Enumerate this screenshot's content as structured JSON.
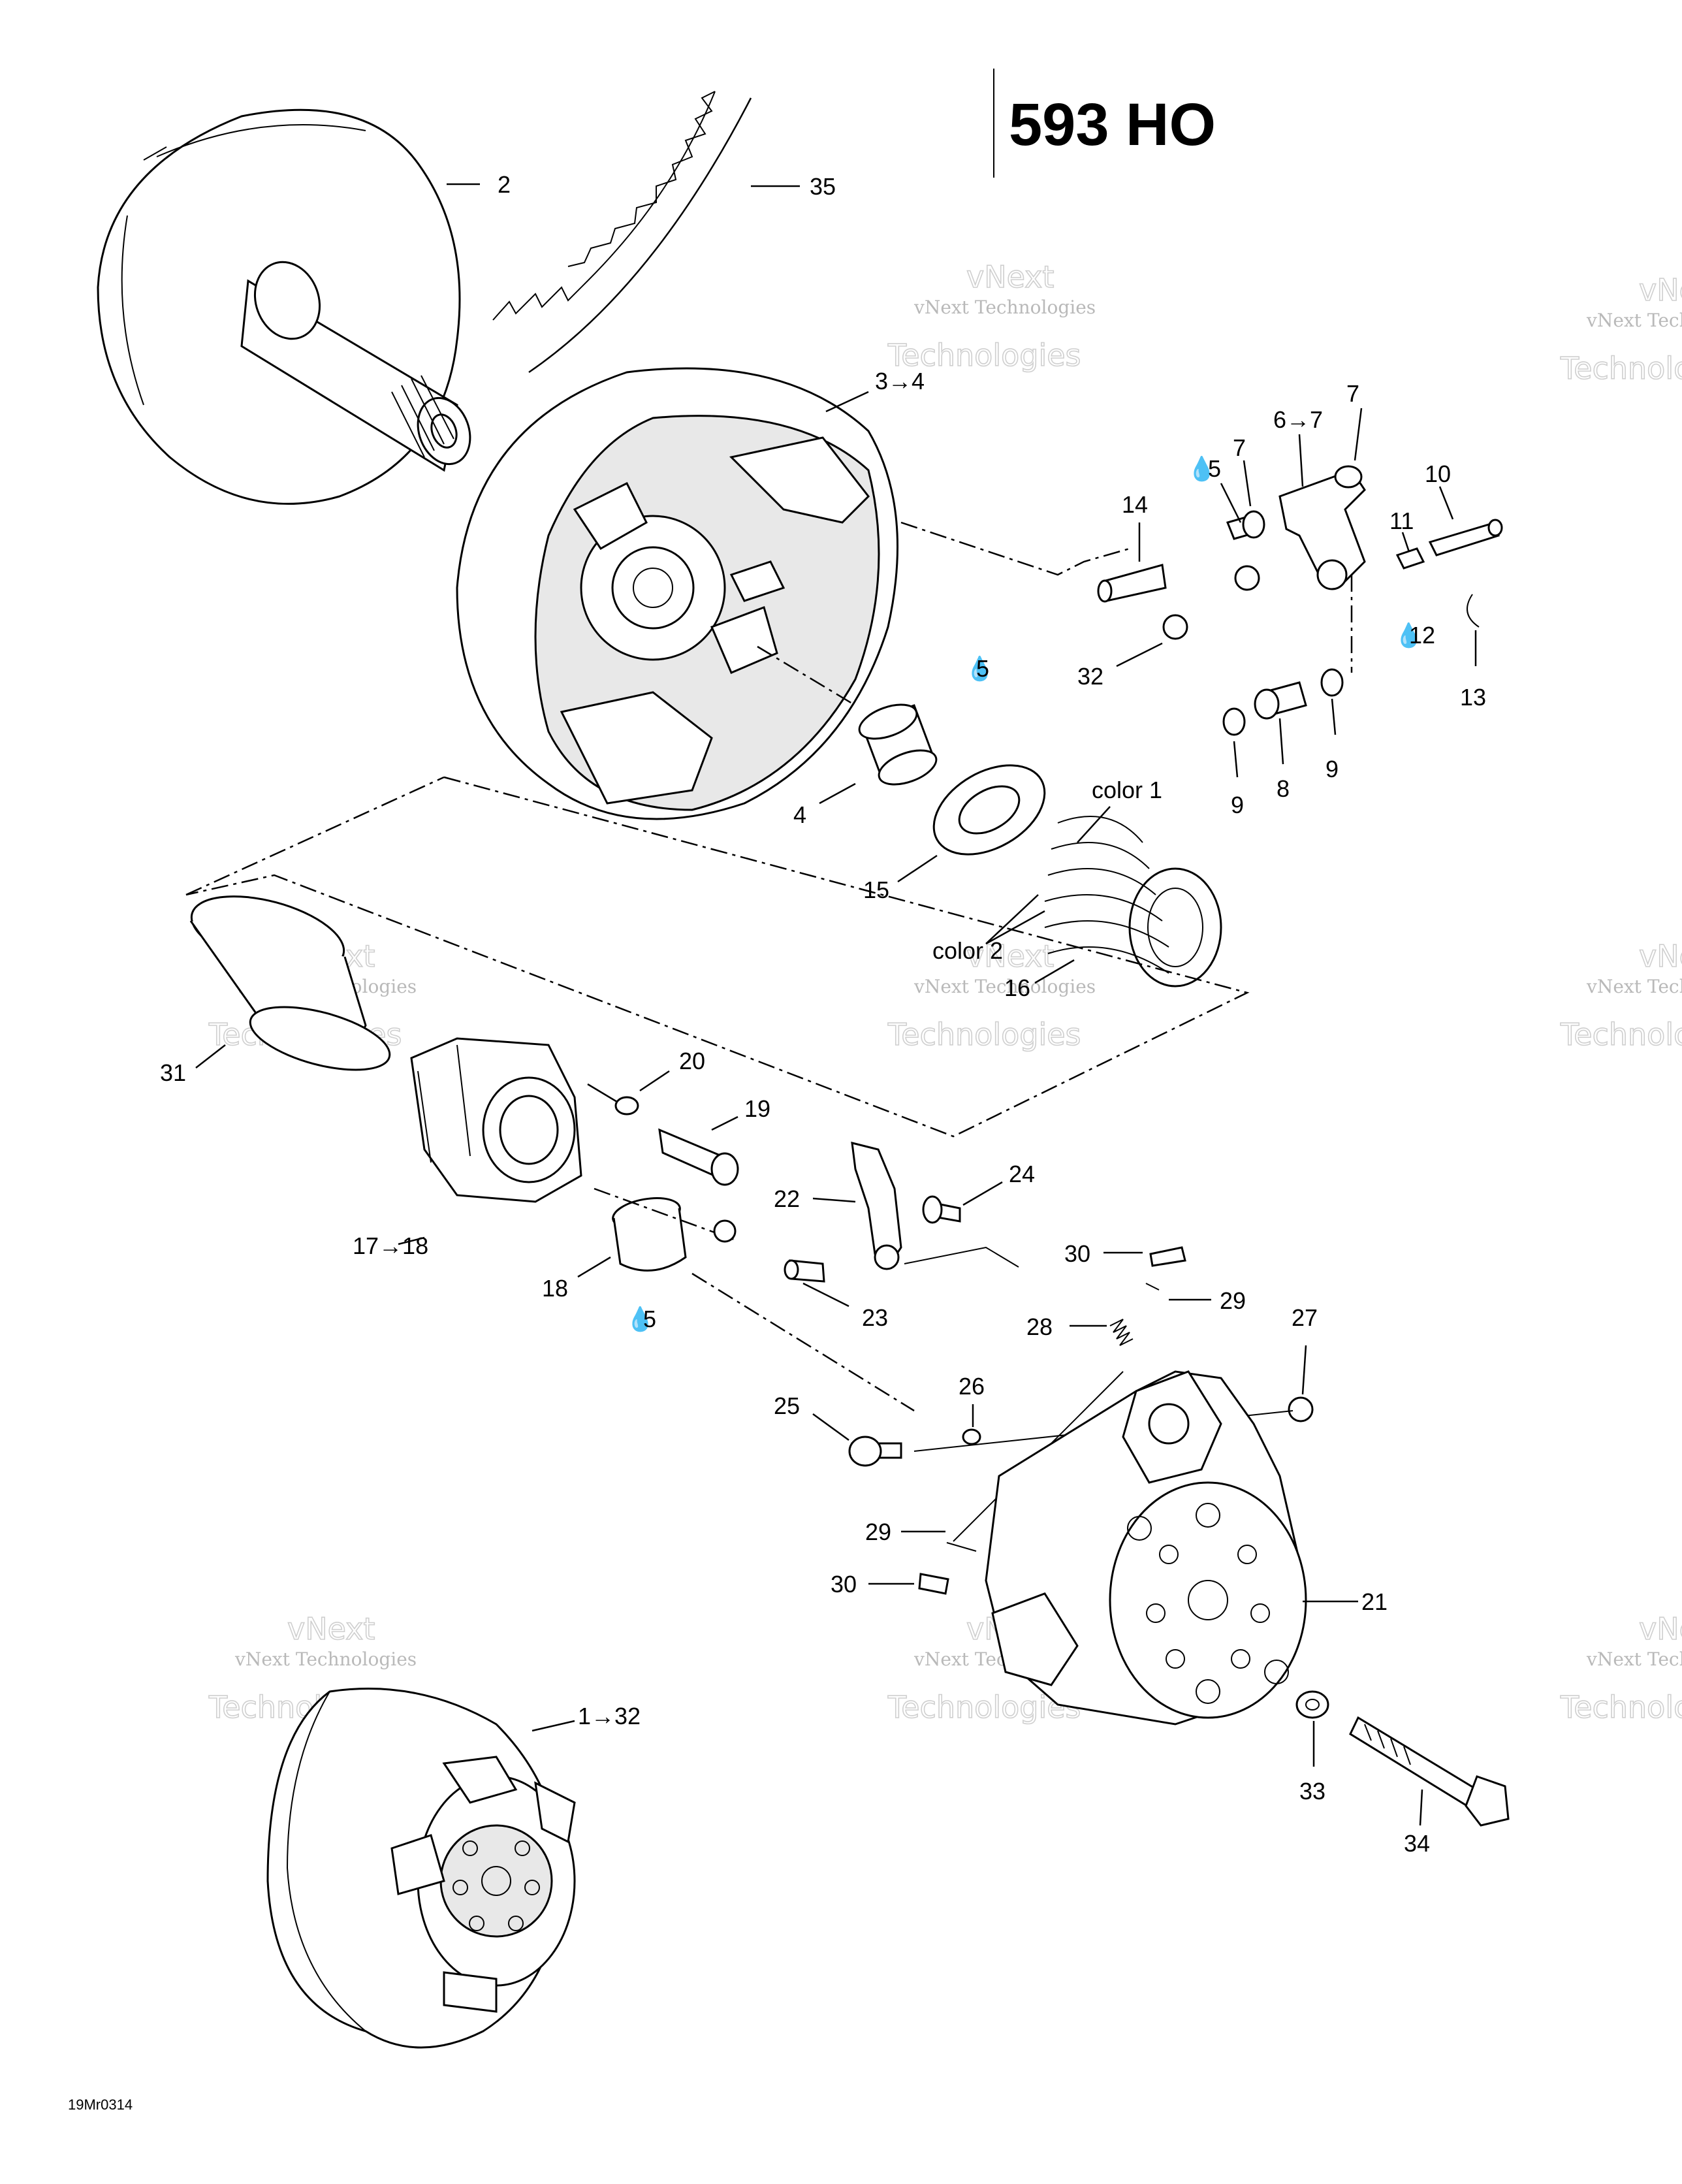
{
  "title": "593 HO",
  "drawing_code": "19Mr0314",
  "watermark": {
    "line1": "vNext Technologies",
    "line2": "Technologies",
    "line3": "vNext"
  },
  "callouts": {
    "c2": "2",
    "c35": "35",
    "c3to4": "3→4",
    "c6to7": "6→7",
    "c7": "7",
    "c5a": "5",
    "c14": "14",
    "c10": "10",
    "c11": "11",
    "c12": "12",
    "c13": "13",
    "c32": "32",
    "c5b": "5",
    "c9a": "9",
    "c8": "8",
    "c9b": "9",
    "c4": "4",
    "c15": "15",
    "color1": "color 1",
    "color2": "color 2",
    "c16": "16",
    "c31": "31",
    "c20": "20",
    "c19": "19",
    "c22": "22",
    "c24": "24",
    "c17to18": "17→18",
    "c18": "18",
    "c5c": "5",
    "c23": "23",
    "c30a": "30",
    "c29a": "29",
    "c28": "28",
    "c27": "27",
    "c25": "25",
    "c26": "26",
    "c29b": "29",
    "c30b": "30",
    "c21": "21",
    "c33": "33",
    "c34": "34",
    "c1to32": "1→32"
  },
  "oil_drop_icon": "drop-icon"
}
